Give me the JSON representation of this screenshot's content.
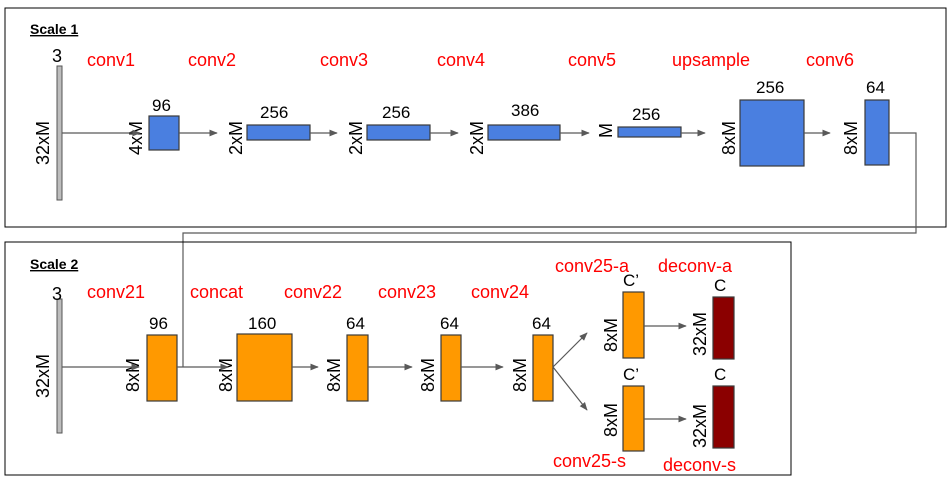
{
  "colors": {
    "scale1_block": "#4a7fe0",
    "scale2_block": "#ff9900",
    "output_block": "#8b0000",
    "layer_label": "#ff0000",
    "raw_input": "#bdbdbd"
  },
  "scale1": {
    "title": "Scale 1",
    "layers": {
      "conv1": "conv1",
      "conv2": "conv2",
      "conv3": "conv3",
      "conv4": "conv4",
      "conv5": "conv5",
      "upsample": "upsample",
      "conv6": "conv6"
    },
    "input": {
      "channels": "3",
      "size": "32xM"
    },
    "blocks": {
      "b1": {
        "channels": "96",
        "size": "4xM"
      },
      "b2": {
        "channels": "256",
        "size": "2xM"
      },
      "b3": {
        "channels": "256",
        "size": "2xM"
      },
      "b4": {
        "channels": "386",
        "size": "2xM"
      },
      "b5": {
        "channels": "256",
        "size": "M"
      },
      "b6": {
        "channels": "256",
        "size": "8xM"
      },
      "b7": {
        "channels": "64",
        "size": "8xM"
      }
    }
  },
  "scale2": {
    "title": "Scale 2",
    "layers": {
      "conv21": "conv21",
      "concat": "concat",
      "conv22": "conv22",
      "conv23": "conv23",
      "conv24": "conv24",
      "conv25a": "conv25-a",
      "deconva": "deconv-a",
      "conv25s": "conv25-s",
      "deconvs": "deconv-s"
    },
    "input": {
      "channels": "3",
      "size": "32xM"
    },
    "blocks": {
      "b1": {
        "channels": "96",
        "size": "8xM"
      },
      "b2": {
        "channels": "160",
        "size": "8xM"
      },
      "b3": {
        "channels": "64",
        "size": "8xM"
      },
      "b4": {
        "channels": "64",
        "size": "8xM"
      },
      "b5": {
        "channels": "64",
        "size": "8xM"
      },
      "a1": {
        "channels": "C’",
        "size": "8xM"
      },
      "a2": {
        "channels": "C",
        "size": "32xM"
      },
      "s1": {
        "channels": "C’",
        "size": "8xM"
      },
      "s2": {
        "channels": "C",
        "size": "32xM"
      }
    }
  }
}
